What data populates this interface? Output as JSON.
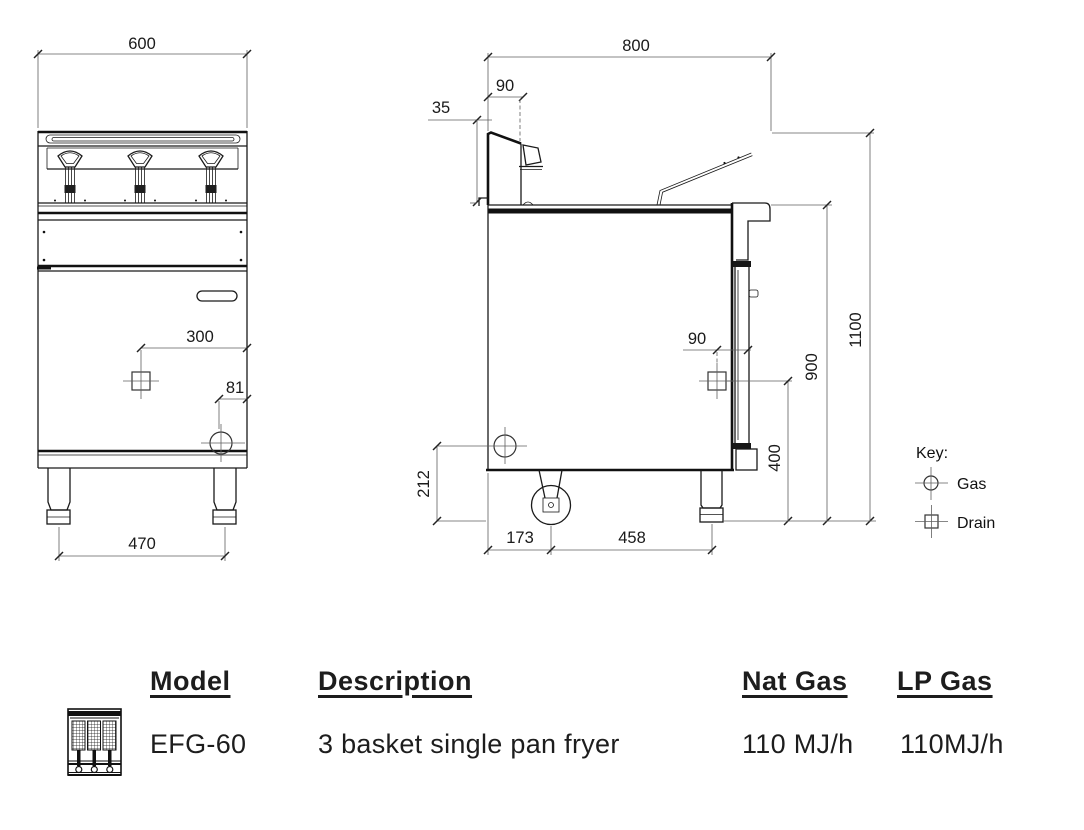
{
  "drawing": {
    "front_view": {
      "dim_width": "600",
      "dim_drain_offset": "300",
      "dim_gas_offset": "81",
      "dim_leg_spacing": "470"
    },
    "side_view": {
      "dim_depth": "800",
      "dim_panel_depth": "90",
      "dim_panel_lip": "35",
      "dim_total_height": "1100",
      "dim_work_height": "900",
      "dim_drain_rear_offset": "90",
      "dim_drain_height": "400",
      "dim_gas_height": "212",
      "dim_front_to_drain": "173",
      "dim_drain_to_rear_leg": "458"
    },
    "key": {
      "title": "Key:",
      "gas_label": "Gas",
      "drain_label": "Drain"
    }
  },
  "spec_table": {
    "headers": {
      "model": "Model",
      "description": "Description",
      "nat_gas": "Nat Gas",
      "lp_gas": "LP Gas"
    },
    "row": {
      "model": "EFG-60",
      "description": "3 basket single pan fryer",
      "nat_gas": "110 MJ/h",
      "lp_gas": "110MJ/h"
    }
  },
  "colors": {
    "line": "#1a1a1a",
    "dim_line": "#5f5f5f",
    "background": "#ffffff"
  }
}
